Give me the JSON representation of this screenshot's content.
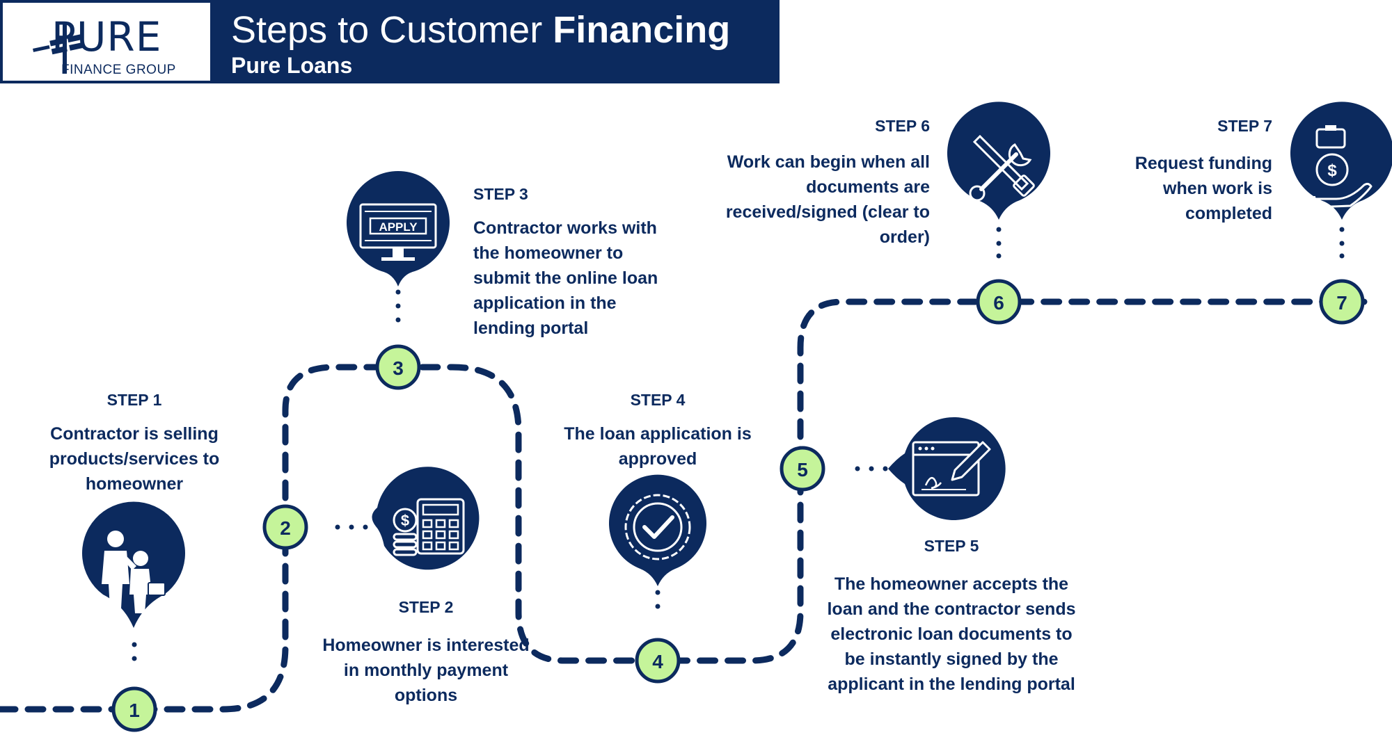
{
  "header": {
    "logo_word": "PURE",
    "logo_sub": "FINANCE GROUP",
    "title_plain": "Steps to Customer ",
    "title_bold": "Financing",
    "subtitle": "Pure Loans"
  },
  "steps": [
    {
      "number": "1",
      "label": "STEP 1",
      "text": "Contractor is selling products/services to homeowner"
    },
    {
      "number": "2",
      "label": "STEP 2",
      "text": "Homeowner is interested in monthly payment options"
    },
    {
      "number": "3",
      "label": "STEP 3",
      "text": "Contractor works with the homeowner to submit the online loan application in the lending portal"
    },
    {
      "number": "4",
      "label": "STEP 4",
      "text": "The loan application is approved"
    },
    {
      "number": "5",
      "label": "STEP 5",
      "text": "The homeowner accepts the loan and the contractor sends electronic loan documents to be instantly signed by the applicant in the lending portal"
    },
    {
      "number": "6",
      "label": "STEP 6",
      "text": "Work can begin when all documents are received/signed (clear to order)"
    },
    {
      "number": "7",
      "label": "STEP 7",
      "text": "Request funding when work is completed"
    }
  ],
  "icons": {
    "step1": "handshake-people-icon",
    "step2": "calculator-coins-icon",
    "step3": "apply-monitor-icon",
    "step3_text": "APPLY",
    "step4": "approved-badge-icon",
    "step5": "e-signature-icon",
    "step6": "tools-icon",
    "step7": "funding-hand-icon"
  },
  "colors": {
    "navy": "#0c2a5e",
    "node_fill": "#c5f49a",
    "white": "#ffffff"
  }
}
